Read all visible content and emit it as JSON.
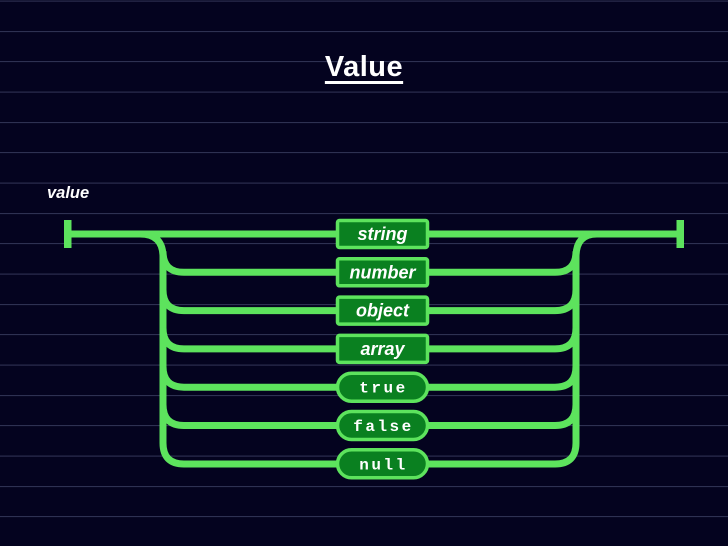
{
  "slide": {
    "title": "Value",
    "rule_label": "value"
  },
  "diagram": {
    "alternatives": [
      {
        "label": "string",
        "kind": "nonterminal"
      },
      {
        "label": "number",
        "kind": "nonterminal"
      },
      {
        "label": "object",
        "kind": "nonterminal"
      },
      {
        "label": "array",
        "kind": "nonterminal"
      },
      {
        "label": "true",
        "kind": "terminal"
      },
      {
        "label": "false",
        "kind": "terminal"
      },
      {
        "label": "null",
        "kind": "terminal"
      }
    ],
    "colors": {
      "background": "#04031f",
      "pinstripe_line": "#7d87b4",
      "track_green": "#5de35d",
      "node_fill_green": "#0a8020",
      "node_text": "#ffffff",
      "title_text": "#ffffff"
    }
  }
}
